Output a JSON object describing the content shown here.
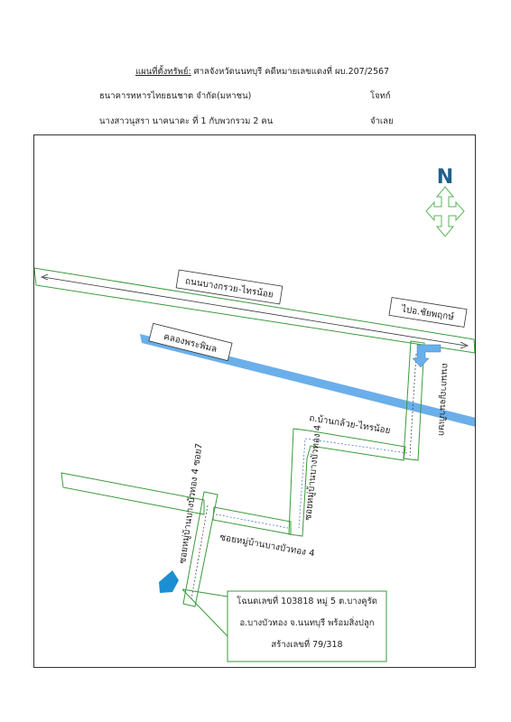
{
  "header": {
    "title_prefix": "แผนที่ตั้งทรัพย์:",
    "title_rest": " ศาลจังหวัดนนทบุรี คดีหมายเลขแดงที่ ผบ.207/2567",
    "plaintiff": "ธนาคารทหารไทยธนชาต จำกัด(มหาชน)",
    "plaintiff_role": "โจทก์",
    "defendant": "นางสาวนุสรา นาคนาคะ ที่ 1 กับพวกรวม 2 คน",
    "defendant_role": "จำเลย"
  },
  "map": {
    "north_label": "N",
    "road_main": "ถนนบางกรวย-ไทรน้อย",
    "to_direction": "ไปอ.ชัยพฤกษ์",
    "canal": "คลองพระพิมล",
    "road_vertical": "ถนนกาญจนาภิเษก",
    "road_side": "ถ.บ้านกล้วย-ไทรน้อย",
    "soi_vertical": "ซอยหมู่บ้านบางบัวทอง 4",
    "soi_horizontal": "ซอยหมู่บ้านบางบัวทอง 4",
    "soi_left": "ซอยหมู่บ้านบางบัวทอง 4 ซอย7",
    "property_line1": "โฉนดเลขที่ 103818  หมู่ 5 ต.บางคูรัด",
    "property_line2": "อ.บางบัวทอง จ.นนทบุรี พร้อมสิ่งปลูก",
    "property_line3": "สร้างเลขที่ 79/318"
  },
  "colors": {
    "road": "#3a9a3a",
    "canal": "#6aafea",
    "north": "#1f5f8b",
    "arrow": "#5ab65a",
    "marker": "#1b8fd1"
  }
}
